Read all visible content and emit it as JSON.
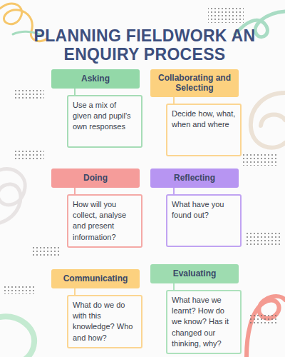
{
  "diagram": {
    "title": "PLANNING FIELDWORK AN ENQUIRY PROCESS",
    "nodes": [
      {
        "text": [
          "Asking",
          "Use a mix of given and pupil's own responses"
        ]
      },
      {
        "text": [
          "Collaborating and Selecting",
          "Decide how, what, when and where"
        ]
      },
      {
        "text": [
          "Doing",
          "How will you collect, analyse and present information?"
        ]
      },
      {
        "text": [
          "Reflecting",
          "What have you found out?"
        ]
      },
      {
        "text": [
          "Communicating",
          "What do we do with this knowledge? Who and how?"
        ]
      },
      {
        "text": [
          "Evaluating",
          "What have we learnt? How do we know? Has it changed our thinking, why?"
        ]
      }
    ]
  }
}
